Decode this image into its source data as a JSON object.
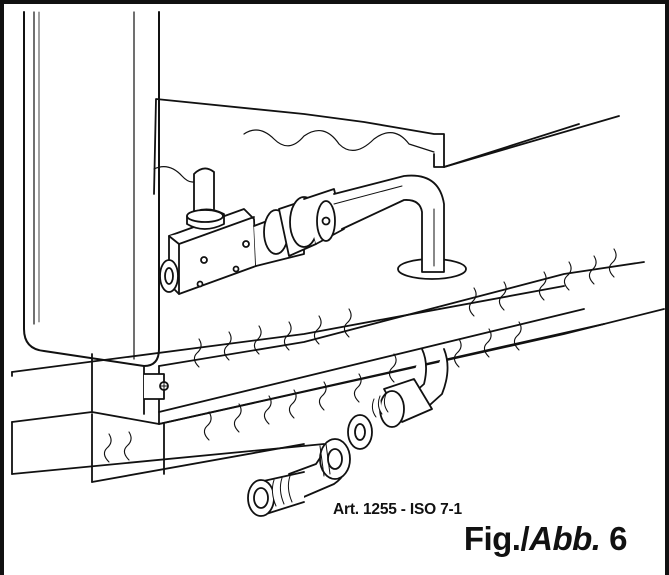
{
  "figure": {
    "part_label": "Art. 1255 - ISO 7-1",
    "caption_prefix": "Fig.",
    "caption_separator": "/",
    "caption_italic": "Abb.",
    "caption_number": "6"
  },
  "colors": {
    "line": "#111111",
    "background": "#ffffff"
  }
}
